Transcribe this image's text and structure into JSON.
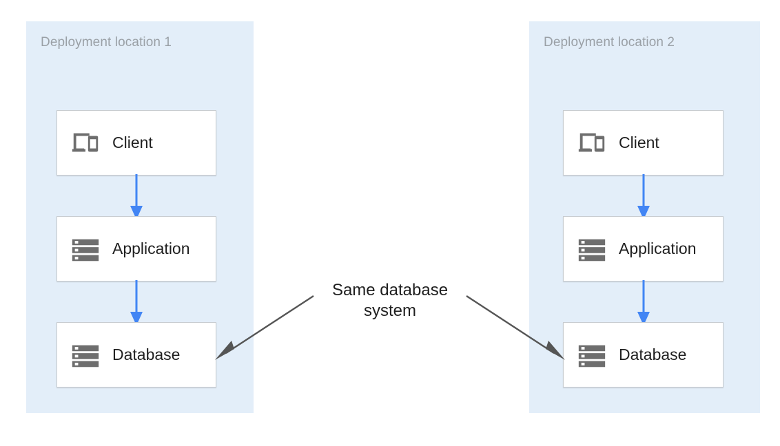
{
  "diagram": {
    "background_color": "#ffffff",
    "zone_color": "#e3eef9",
    "arrow_blue": "#4285f4",
    "arrow_gray": "#555555",
    "icon_gray": "#6e6e6e",
    "box_border": "#c8ccd0",
    "text_color": "#1f1f1f",
    "zone_label_color": "#9aa0a6"
  },
  "zones": [
    {
      "label": "Deployment location 1",
      "nodes": [
        {
          "label": "Client",
          "icon": "devices-icon"
        },
        {
          "label": "Application",
          "icon": "server-icon"
        },
        {
          "label": "Database",
          "icon": "server-icon"
        }
      ]
    },
    {
      "label": "Deployment location 2",
      "nodes": [
        {
          "label": "Client",
          "icon": "devices-icon"
        },
        {
          "label": "Application",
          "icon": "server-icon"
        },
        {
          "label": "Database",
          "icon": "server-icon"
        }
      ]
    }
  ],
  "callout": {
    "text": "Same database\nsystem"
  }
}
